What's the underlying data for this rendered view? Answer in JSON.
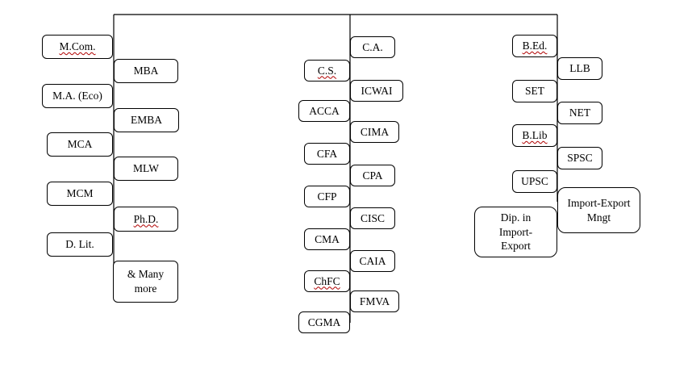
{
  "tree": {
    "left": [
      "M.Com.",
      "MBA",
      "M.A. (Eco)",
      "EMBA",
      "MCA",
      "MLW",
      "MCM",
      "Ph.D.",
      "D. Lit.",
      "& Many more"
    ],
    "middle": [
      "C.A.",
      "C.S.",
      "ICWAI",
      "ACCA",
      "CIMA",
      "CFA",
      "CPA",
      "CFP",
      "CISC",
      "CMA",
      "CAIA",
      "ChFC",
      "FMVA",
      "CGMA"
    ],
    "right": [
      "B.Ed.",
      "LLB",
      "SET",
      "NET",
      "B.Lib",
      "SPSC",
      "UPSC",
      "Import-Export Mngt",
      "Dip. in Import-Export"
    ]
  }
}
